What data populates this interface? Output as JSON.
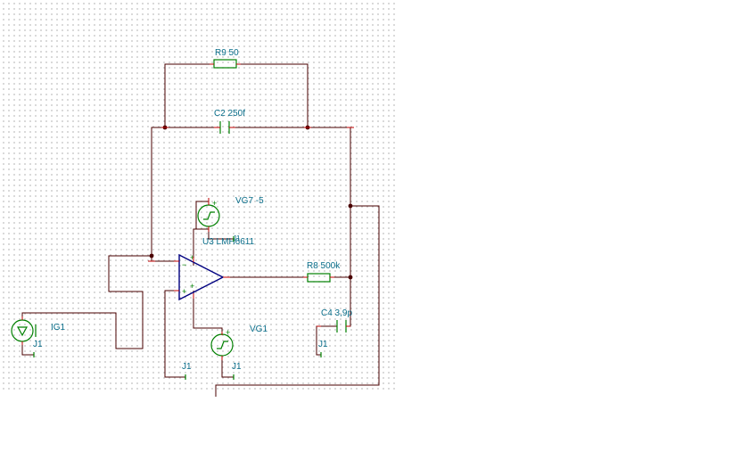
{
  "components": {
    "r9": "R9 50",
    "c2": "C2 250f",
    "vg7": "VG7 -5",
    "u3": "U3 LMH6611",
    "j1_u3": "J1",
    "r8": "R8 500k",
    "c4": "C4 3,9p",
    "ig1": "IG1",
    "vg1": "VG1",
    "j1_ig1": "J1",
    "j1_c4": "J1",
    "j1_left": "J1",
    "j1_vg1": "J1"
  },
  "signs": {
    "plus": "+",
    "minus": "−"
  },
  "colors": {
    "wire": "#4a0000",
    "component": "#008000",
    "opamp": "#000080",
    "label": "#0a6e8a",
    "grid": "#b9b9b9"
  }
}
